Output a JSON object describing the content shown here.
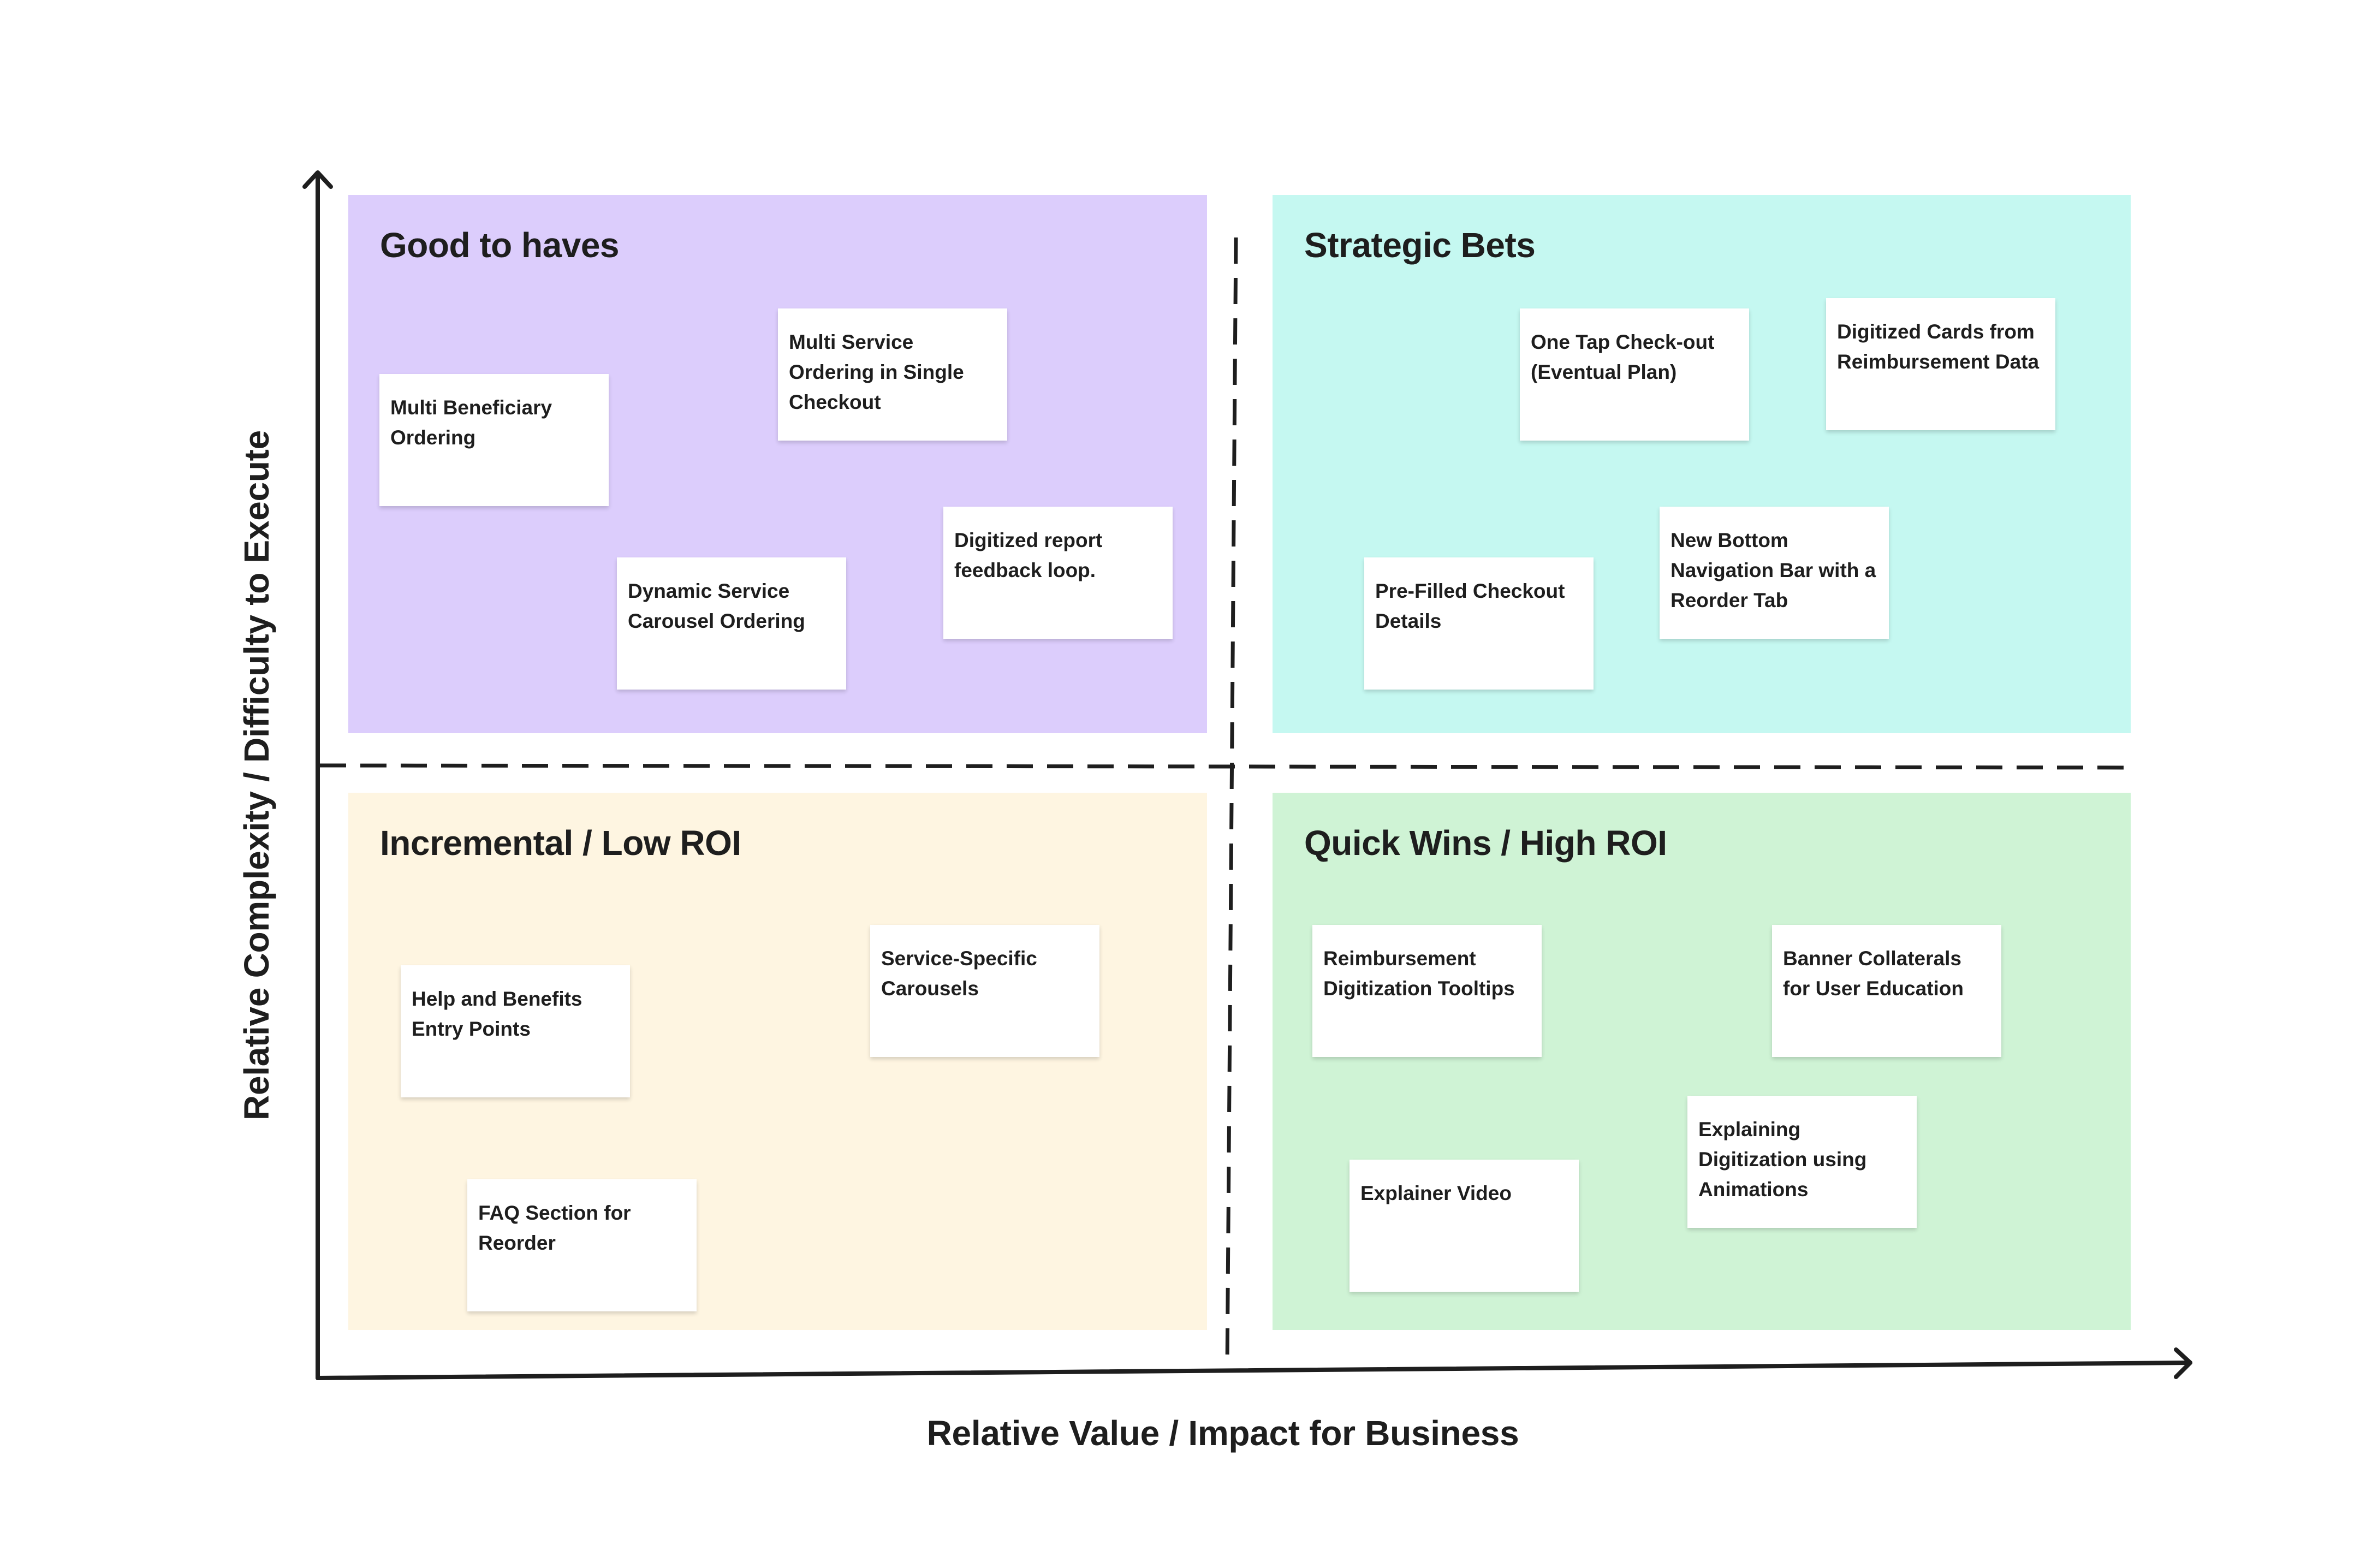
{
  "colors": {
    "good_to_haves": "#dccdfc",
    "strategic_bets": "#c5f8f1",
    "incremental": "#fef5e1",
    "quick_wins": "#cff3d5",
    "axis": "#1e1e1e"
  },
  "axes": {
    "x_label": "Relative Value / Impact for Business",
    "y_label": "Relative Complexity / Difficulty to Execute"
  },
  "quadrants": {
    "top_left": {
      "title": "Good to haves",
      "notes": [
        "Multi Service Ordering in Single Checkout",
        "Multi Beneficiary Ordering",
        "Digitized report feedback loop.",
        "Dynamic Service Carousel Ordering"
      ]
    },
    "top_right": {
      "title": "Strategic Bets",
      "notes": [
        "One Tap Check-out (Eventual Plan)",
        "Digitized Cards from Reimbursement Data",
        "New Bottom Navigation Bar with a Reorder Tab",
        "Pre-Filled Checkout Details"
      ]
    },
    "bottom_left": {
      "title": "Incremental / Low ROI",
      "notes": [
        "Service-Specific Carousels",
        "Help and Benefits Entry Points",
        "FAQ Section for Reorder"
      ]
    },
    "bottom_right": {
      "title": "Quick Wins / High ROI",
      "notes": [
        "Reimbursement Digitization Tooltips",
        "Banner Collaterals for User Education",
        "Explaining Digitization using Animations",
        "Explainer Video"
      ]
    }
  }
}
